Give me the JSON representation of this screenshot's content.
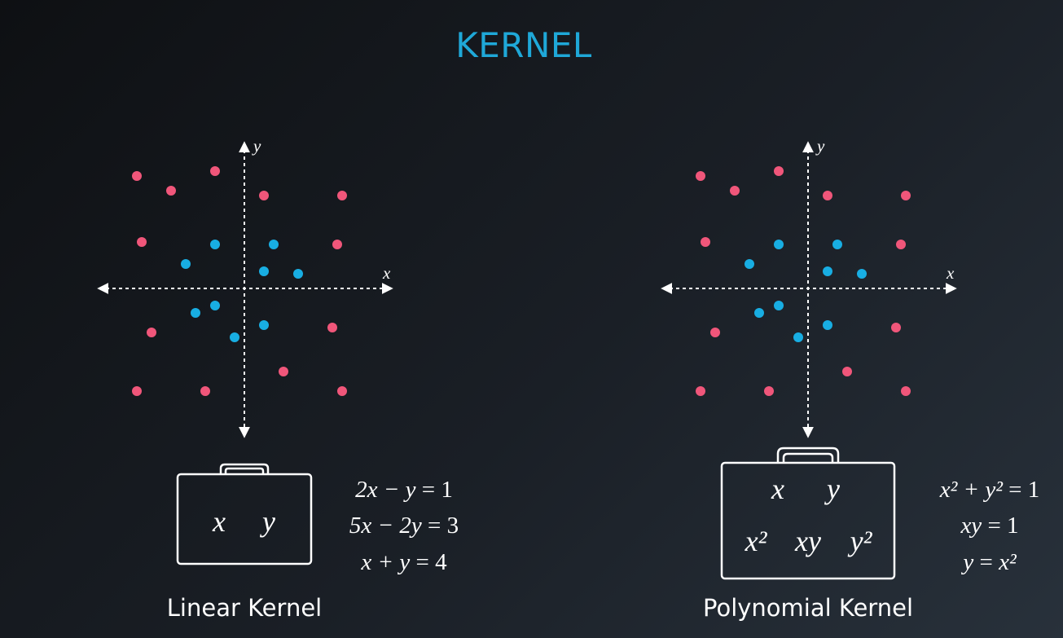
{
  "title": "KERNEL",
  "colors": {
    "title": "#1fa8d8",
    "red_point": "#f0567a",
    "blue_point": "#18aee3",
    "background_dark": "#0e1013",
    "background_light": "#28313b"
  },
  "panels": [
    {
      "caption": "Linear Kernel",
      "axis_x_label": "x",
      "axis_y_label": "y",
      "box_rows": [
        [
          "x",
          "y"
        ]
      ],
      "equations": [
        {
          "lhs": "2x − y",
          "rhs": "1"
        },
        {
          "lhs": "5x − 2y",
          "rhs": "3"
        },
        {
          "lhs": "x + y",
          "rhs": "4"
        }
      ]
    },
    {
      "caption": "Polynomial Kernel",
      "axis_x_label": "x",
      "axis_y_label": "y",
      "box_rows": [
        [
          "x",
          "y"
        ],
        [
          "x²",
          "xy",
          "y²"
        ]
      ],
      "equations": [
        {
          "lhs": "x² + y²",
          "rhs": "1"
        },
        {
          "lhs": "xy",
          "rhs": "1"
        },
        {
          "lhs": "y",
          "rhs": "x²"
        }
      ]
    }
  ],
  "points": {
    "red": [
      [
        -2.2,
        2.3
      ],
      [
        -1.5,
        2.0
      ],
      [
        -0.6,
        2.4
      ],
      [
        0.4,
        1.9
      ],
      [
        2.0,
        1.9
      ],
      [
        -2.1,
        0.95
      ],
      [
        1.9,
        0.9
      ],
      [
        -1.9,
        -0.9
      ],
      [
        1.8,
        -0.8
      ],
      [
        0.8,
        -1.7
      ],
      [
        -2.2,
        -2.1
      ],
      [
        -0.8,
        -2.1
      ],
      [
        2.0,
        -2.1
      ]
    ],
    "blue": [
      [
        -0.6,
        0.9
      ],
      [
        0.6,
        0.9
      ],
      [
        -1.2,
        0.5
      ],
      [
        0.4,
        0.35
      ],
      [
        1.1,
        0.3
      ],
      [
        -0.6,
        -0.35
      ],
      [
        -1.0,
        -0.5
      ],
      [
        0.4,
        -0.75
      ],
      [
        -0.2,
        -1.0
      ]
    ]
  }
}
